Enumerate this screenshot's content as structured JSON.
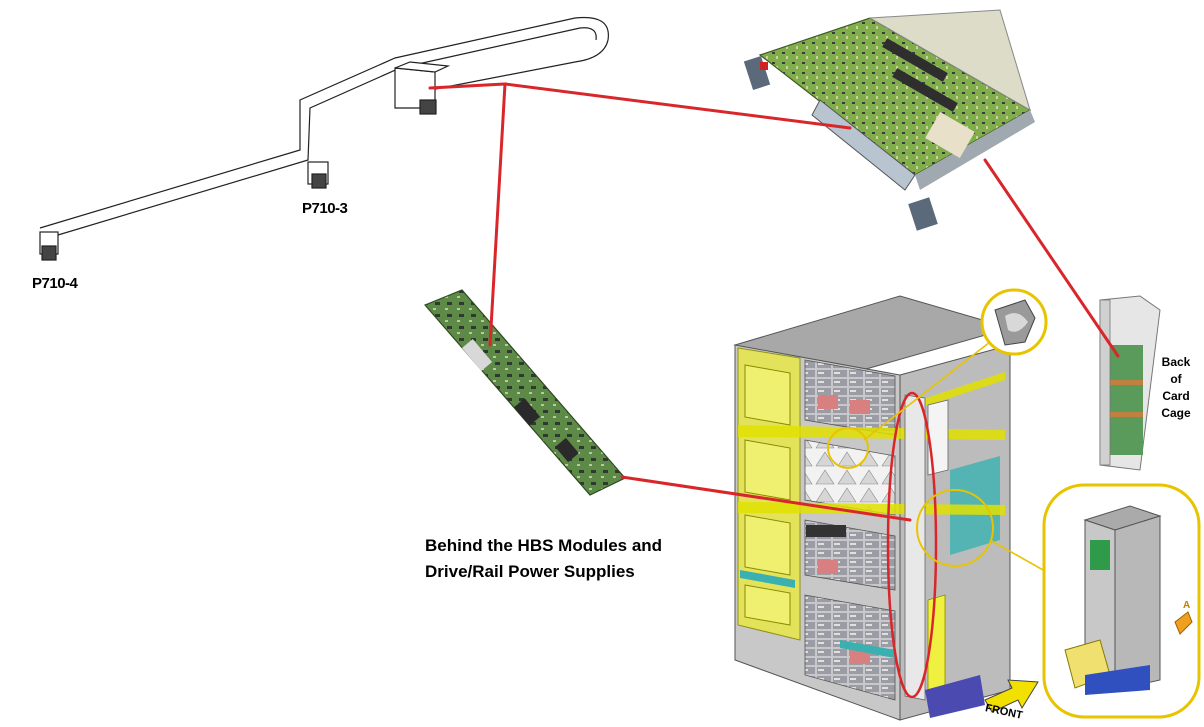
{
  "labels": {
    "cable_end_left": "P710-4",
    "cable_end_mid": "P710-3",
    "location_note_line1": "Behind the HBS Modules and",
    "location_note_line2": "Drive/Rail Power Supplies",
    "card_cage_line1": "Back",
    "card_cage_line2": "of",
    "card_cage_line3": "Card",
    "card_cage_line4": "Cage",
    "front_marker": "FRONT",
    "detail_marker": "A"
  },
  "colors": {
    "connector_line": "#d9262b",
    "callout_circle": "#e8c400",
    "frame_yellow": "#e0e000",
    "cabinet_gray": "#9a9a9a",
    "board_green": "#6e9a3a"
  },
  "icons": [
    "ribbon-cable-icon",
    "circuit-card-icon",
    "backplane-board-icon",
    "cabinet-icon",
    "card-cage-icon",
    "detail-cabinet-icon",
    "latch-icon",
    "front-arrow-icon"
  ]
}
